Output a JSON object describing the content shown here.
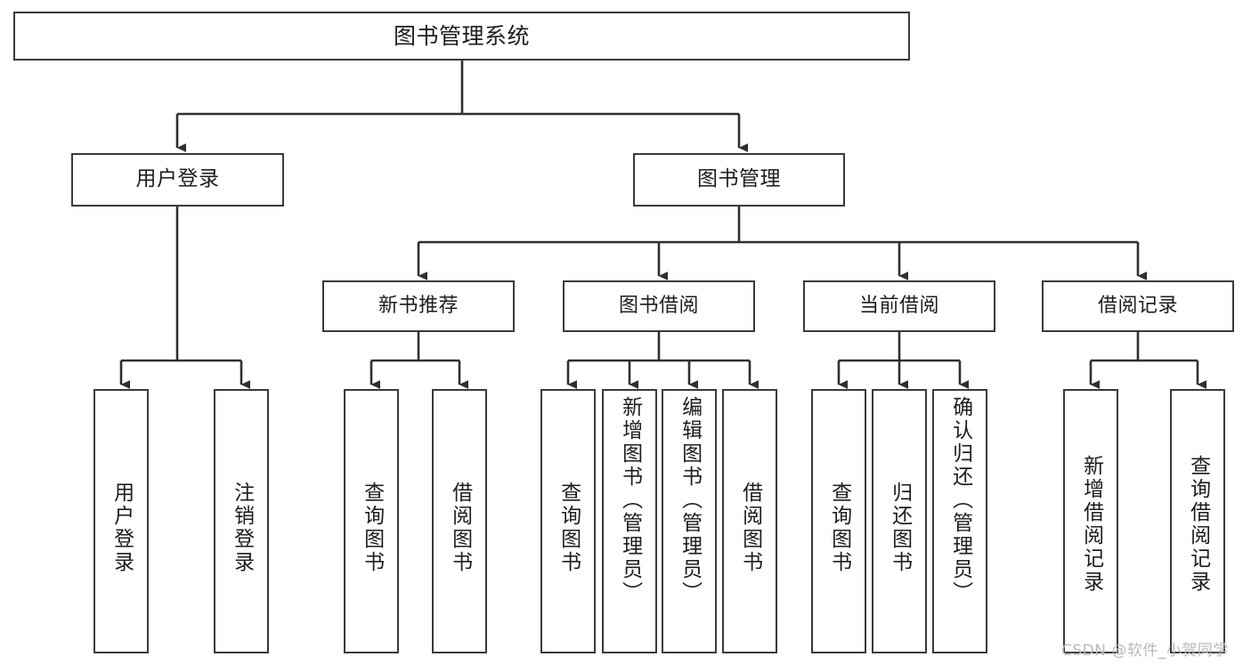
{
  "diagram": {
    "title": "图书管理系统",
    "type": "tree",
    "root": {
      "label": "图书管理系统"
    },
    "level2": [
      {
        "label": "用户登录"
      },
      {
        "label": "图书管理"
      }
    ],
    "level3": [
      {
        "label": "新书推荐",
        "parent": "图书管理"
      },
      {
        "label": "图书借阅",
        "parent": "图书管理"
      },
      {
        "label": "当前借阅",
        "parent": "图书管理"
      },
      {
        "label": "借阅记录",
        "parent": "图书管理"
      }
    ],
    "leaves": {
      "user_login": [
        {
          "label": "用户登录"
        },
        {
          "label": "注销登录"
        }
      ],
      "new_book_rec": [
        {
          "label": "查询图书"
        },
        {
          "label": "借阅图书"
        }
      ],
      "book_borrow": [
        {
          "label": "查询图书"
        },
        {
          "label": "新增图书（管理员）"
        },
        {
          "label": "编辑图书（管理员）"
        },
        {
          "label": "借阅图书"
        }
      ],
      "current_borrow": [
        {
          "label": "查询图书"
        },
        {
          "label": "归还图书"
        },
        {
          "label": "确认归还（管理员）"
        }
      ],
      "borrow_record": [
        {
          "label": "新增借阅记录"
        },
        {
          "label": "查询借阅记录"
        }
      ]
    }
  },
  "watermark": {
    "text": "CSDN @软件_小贺同学"
  },
  "colors": {
    "stroke": "#3a3a3a",
    "background": "#ffffff",
    "text": "#1d1d1d",
    "watermark": "#b9b9b9"
  }
}
